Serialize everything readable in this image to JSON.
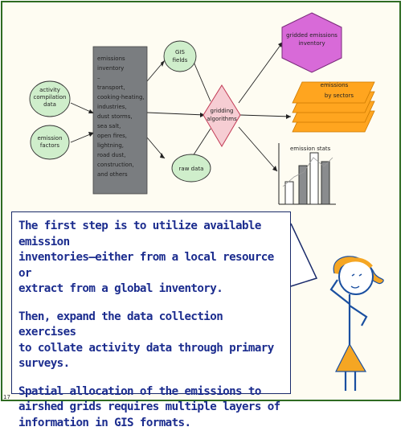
{
  "diagram": {
    "nodes": {
      "emission_inventory": [
        "emissions",
        "inventory",
        "–",
        "transport,",
        "cooking-heating,",
        "industries,",
        "dust storms,",
        "sea salt,",
        "open fires,",
        "lightning,",
        "road dust,",
        "construction,",
        "and others"
      ],
      "gis_fields": [
        "GIS",
        "fields"
      ],
      "gridding_algorithms": [
        "gridding",
        "algorithms"
      ],
      "gridded_inventory": [
        "gridded emissions",
        "inventory"
      ],
      "emissions_by_sectors": [
        "emissions",
        "by sectors"
      ],
      "emission_stats": [
        "emission stats"
      ],
      "raw_data": [
        "raw data"
      ],
      "emission_factors": [
        "emission",
        "factors"
      ],
      "activity_data": [
        "activity",
        "compilation",
        "data"
      ]
    },
    "colors": {
      "inventory_box": "#7a7d80",
      "green_circles": "#cfeecb",
      "diamond": "#f6cdd3",
      "hexagon": "#d86ad8",
      "layers": "#ffa51f",
      "frame": "#2f6b22",
      "speech_text": "#1b2c8e"
    }
  },
  "speech": {
    "p1": "The first step is to utilize available emission\ninventories—either from a local resource or\nextract from a global inventory.",
    "p2": "Then, expand the data collection exercises\nto collate activity data through primary\nsurveys.",
    "p3": "Spatial allocation of the emissions to\nairshed grids requires multiple layers of\ninformation in GIS formats."
  },
  "page_number": "17"
}
